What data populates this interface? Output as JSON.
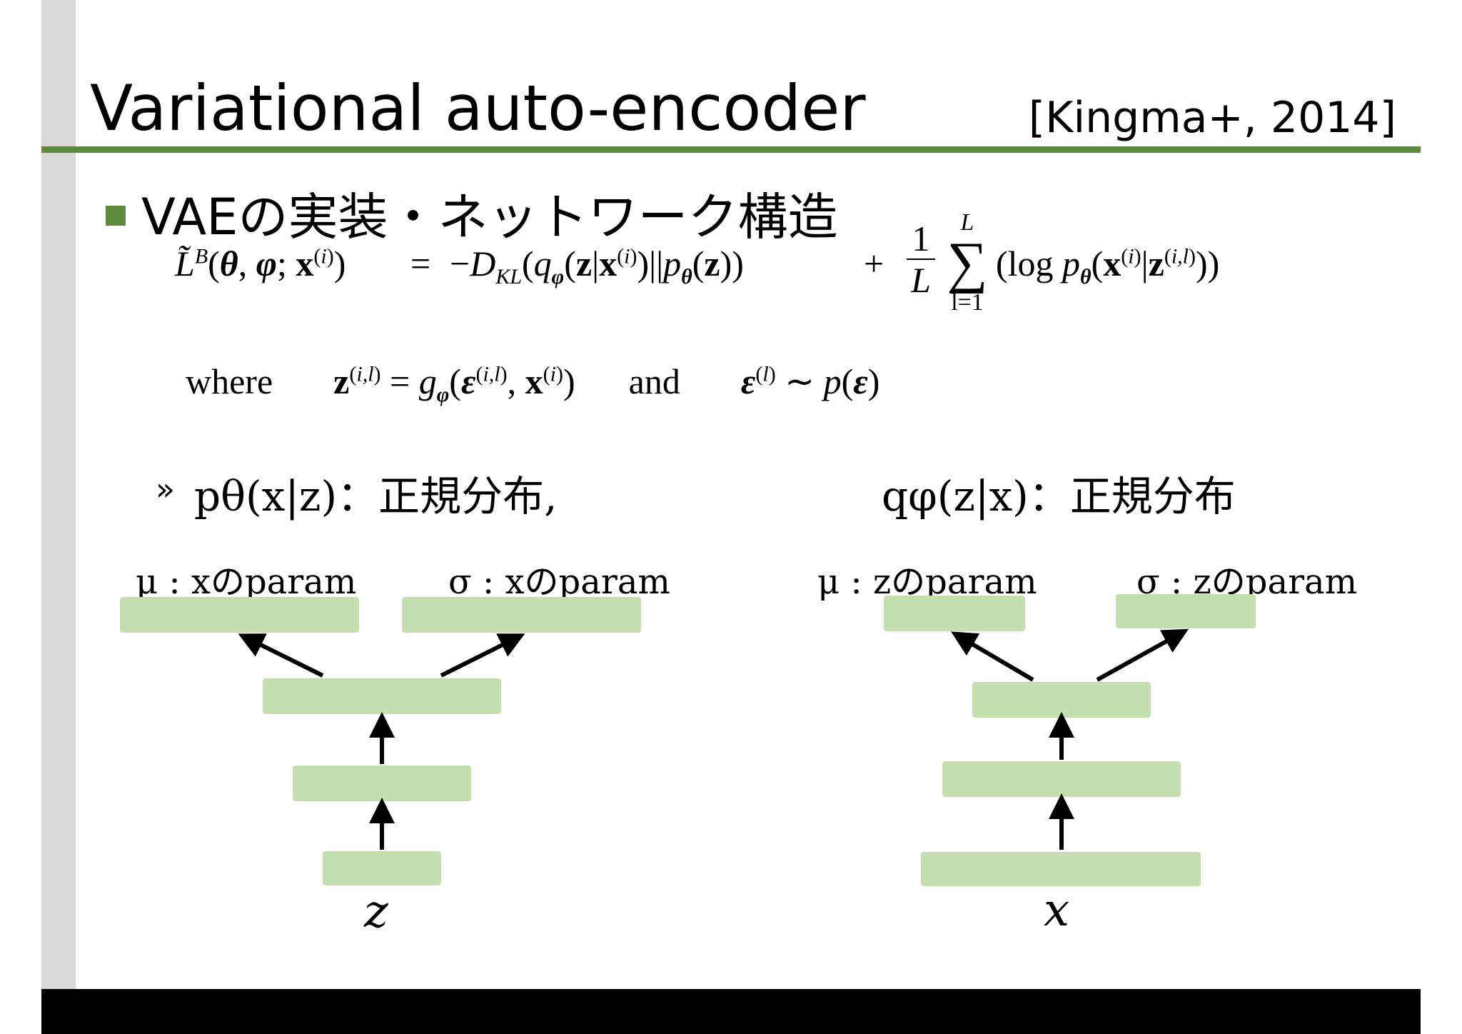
{
  "slide": {
    "title": "Variational auto-encoder",
    "citation": "[Kingma+, 2014]",
    "bullet": "VAEの実装・ネットワーク構造"
  },
  "formula": {
    "lhs": "L̃B(θ, φ; x(i))",
    "equals": "=",
    "rhs_kl": "−DKL(qφ(z|x(i)) || pθ(z))",
    "plus": "+",
    "frac_num": "1",
    "frac_den": "L",
    "sum_top": "L",
    "sum_bottom": "l=1",
    "sum_term": "(log pθ(x(i)|z(i,l)))",
    "where": "where",
    "z_def": "z(i,l) = gφ(ε(i,l), x(i))",
    "and": "and",
    "eps_def": "ε(l) ~ p(ε)"
  },
  "decoder": {
    "dist_label": "pθ(x|z)：正規分布,",
    "mu_label": "μ : xのparam",
    "sigma_label": "σ : xのparam",
    "input_var": "z"
  },
  "encoder": {
    "dist_label": "qφ(z|x)：正規分布",
    "mu_label": "μ : zのparam",
    "sigma_label": "σ : zのparam",
    "input_var": "x"
  },
  "colors": {
    "accent": "#5b8a3c",
    "box": "#c4e0b1",
    "side_bar": "#d9d9d9",
    "bottom_bar": "#000000"
  }
}
